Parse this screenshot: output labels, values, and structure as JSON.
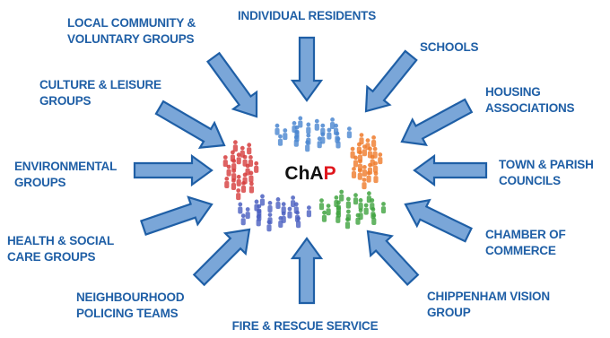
{
  "center": {
    "prefix": "ChA",
    "highlight": "P",
    "prefix_color": "#111111",
    "highlight_color": "#e0161c"
  },
  "colors": {
    "label": "#1f5fa6",
    "arrow_fill": "#7aa6d8",
    "arrow_stroke": "#1f5fa6",
    "groups": [
      "#4a86d0",
      "#ef7a2a",
      "#3fa33f",
      "#4a5fc0",
      "#d63c3c"
    ]
  },
  "stakeholders": [
    {
      "id": "individual-residents",
      "lines": [
        "INDIVIDUAL RESIDENTS"
      ]
    },
    {
      "id": "schools",
      "lines": [
        "SCHOOLS"
      ]
    },
    {
      "id": "housing-associations",
      "lines": [
        "HOUSING",
        "ASSOCIATIONS"
      ]
    },
    {
      "id": "town-parish-councils",
      "lines": [
        "TOWN & PARISH",
        "COUNCILS"
      ]
    },
    {
      "id": "chamber-of-commerce",
      "lines": [
        "CHAMBER OF",
        "COMMERCE"
      ]
    },
    {
      "id": "chippenham-vision-group",
      "lines": [
        "CHIPPENHAM VISION",
        "GROUP"
      ]
    },
    {
      "id": "fire-rescue-service",
      "lines": [
        "FIRE & RESCUE SERVICE"
      ]
    },
    {
      "id": "neighbourhood-policing-teams",
      "lines": [
        "NEIGHBOURHOOD",
        "POLICING TEAMS"
      ]
    },
    {
      "id": "health-social-care-groups",
      "lines": [
        "HEALTH & SOCIAL",
        "CARE GROUPS"
      ]
    },
    {
      "id": "environmental-groups",
      "lines": [
        "ENVIRONMENTAL",
        "GROUPS"
      ]
    },
    {
      "id": "culture-leisure-groups",
      "lines": [
        "CULTURE & LEISURE",
        "GROUPS"
      ]
    },
    {
      "id": "local-community-voluntary-groups",
      "lines": [
        "LOCAL COMMUNITY &",
        "VOLUNTARY GROUPS"
      ]
    }
  ]
}
